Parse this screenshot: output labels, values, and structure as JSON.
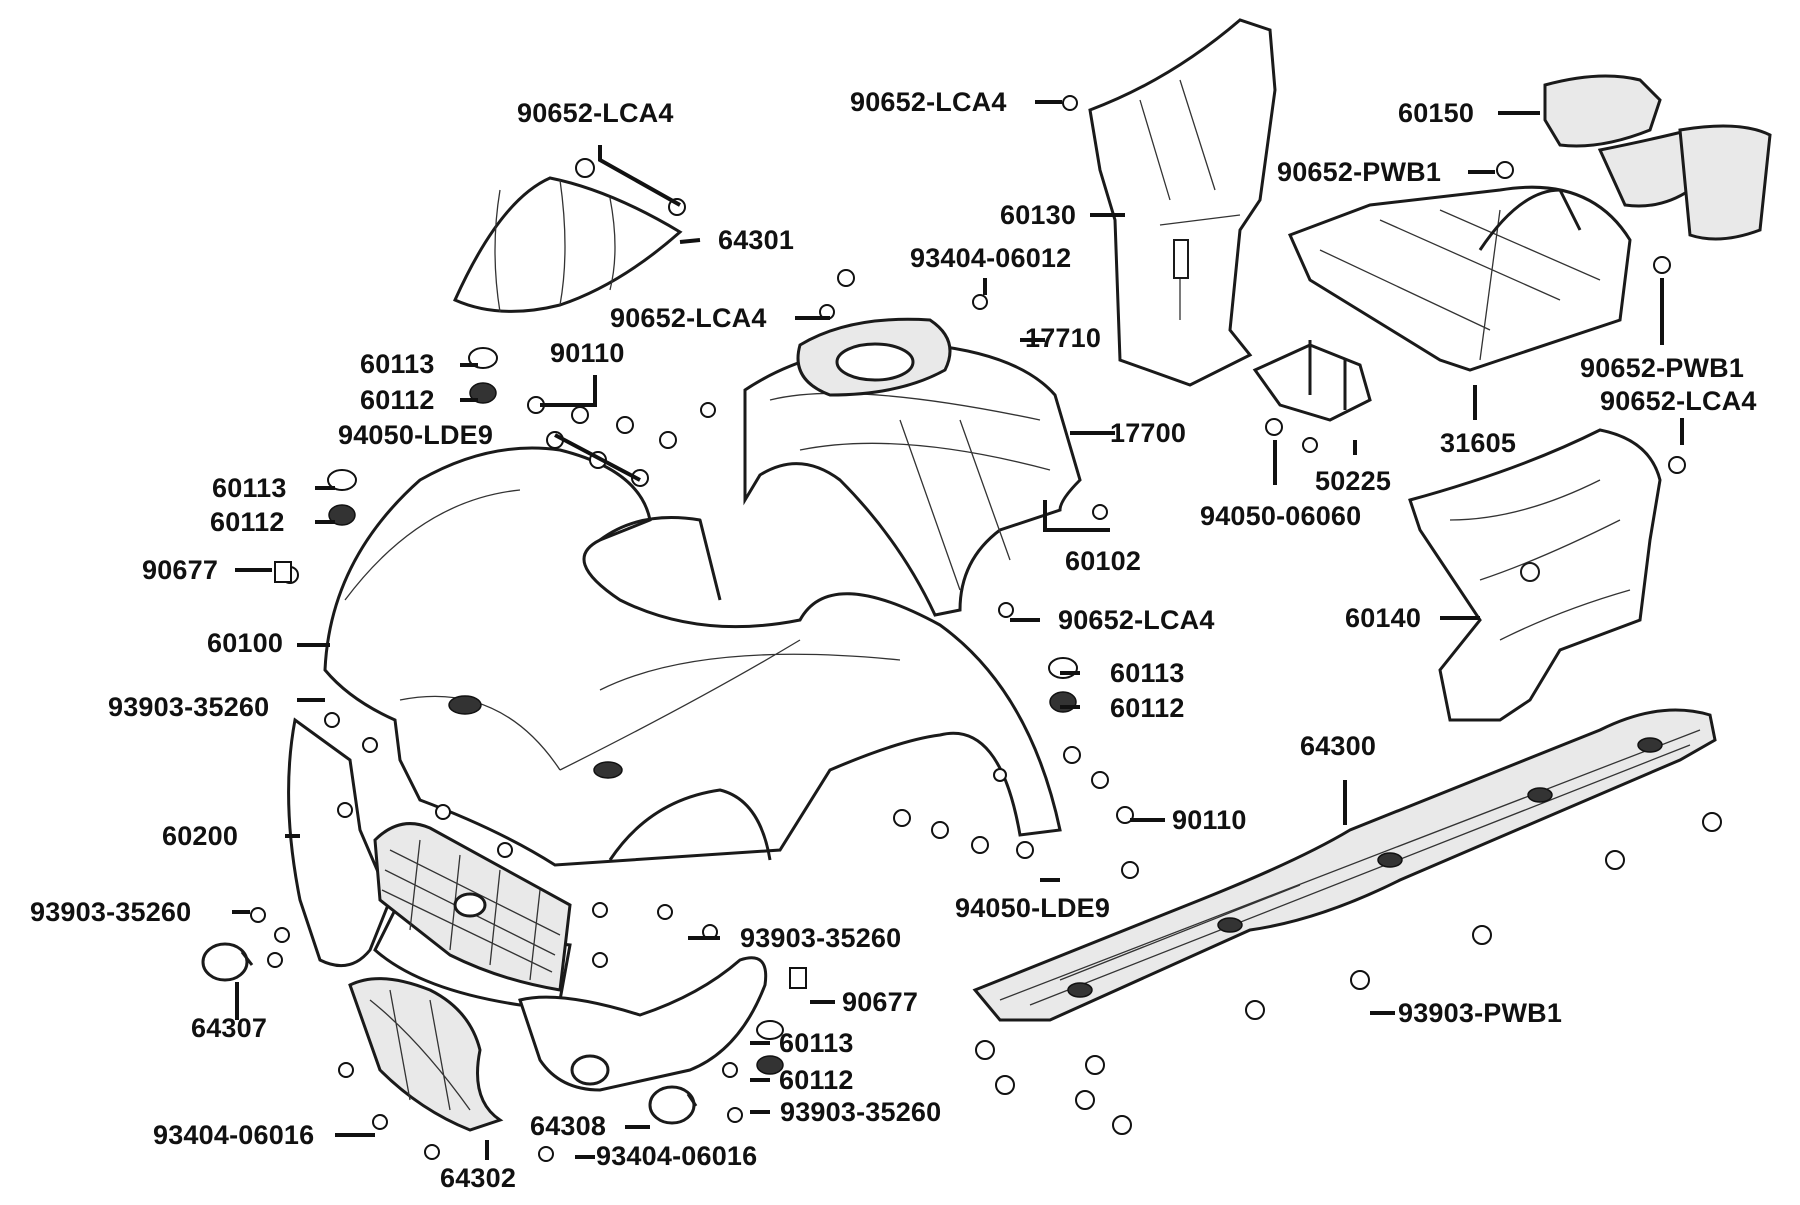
{
  "diagram": {
    "labels": [
      {
        "id": "l1",
        "text": "90652-LCA4"
      },
      {
        "id": "l2",
        "text": "64301"
      },
      {
        "id": "l3",
        "text": "60113"
      },
      {
        "id": "l4",
        "text": "60112"
      },
      {
        "id": "l5",
        "text": "90110"
      },
      {
        "id": "l6",
        "text": "94050-LDE9"
      },
      {
        "id": "l7",
        "text": "60113"
      },
      {
        "id": "l8",
        "text": "60112"
      },
      {
        "id": "l9",
        "text": "90677"
      },
      {
        "id": "l10",
        "text": "60100"
      },
      {
        "id": "l11",
        "text": "93903-35260"
      },
      {
        "id": "l12",
        "text": "60200"
      },
      {
        "id": "l13",
        "text": "93903-35260"
      },
      {
        "id": "l14",
        "text": "64307"
      },
      {
        "id": "l15",
        "text": "93404-06016"
      },
      {
        "id": "l16",
        "text": "64302"
      },
      {
        "id": "l17",
        "text": "93404-06016"
      },
      {
        "id": "l18",
        "text": "64308"
      },
      {
        "id": "l19",
        "text": "93903-35260"
      },
      {
        "id": "l20",
        "text": "60112"
      },
      {
        "id": "l21",
        "text": "60113"
      },
      {
        "id": "l22",
        "text": "90677"
      },
      {
        "id": "l23",
        "text": "93903-35260"
      },
      {
        "id": "l24",
        "text": "94050-LDE9"
      },
      {
        "id": "l25",
        "text": "90110"
      },
      {
        "id": "l26",
        "text": "60112"
      },
      {
        "id": "l27",
        "text": "60113"
      },
      {
        "id": "l28",
        "text": "90652-LCA4"
      },
      {
        "id": "l29",
        "text": "60102"
      },
      {
        "id": "l30",
        "text": "17700"
      },
      {
        "id": "l31",
        "text": "17710"
      },
      {
        "id": "l32",
        "text": "93404-06012"
      },
      {
        "id": "l33",
        "text": "90652-LCA4"
      },
      {
        "id": "l34",
        "text": "60102"
      },
      {
        "id": "l35",
        "text": "60130"
      },
      {
        "id": "l36",
        "text": "90652-LCA4"
      },
      {
        "id": "l37",
        "text": "60150"
      },
      {
        "id": "l38",
        "text": "90652-PWB1"
      },
      {
        "id": "l39",
        "text": "90652-PWB1"
      },
      {
        "id": "l40",
        "text": "90652-LCA4"
      },
      {
        "id": "l41",
        "text": "31605"
      },
      {
        "id": "l42",
        "text": "50225"
      },
      {
        "id": "l43",
        "text": "94050-06060"
      },
      {
        "id": "l44",
        "text": "60140"
      },
      {
        "id": "l45",
        "text": "64300"
      },
      {
        "id": "l46",
        "text": "93903-PWB1"
      }
    ]
  }
}
